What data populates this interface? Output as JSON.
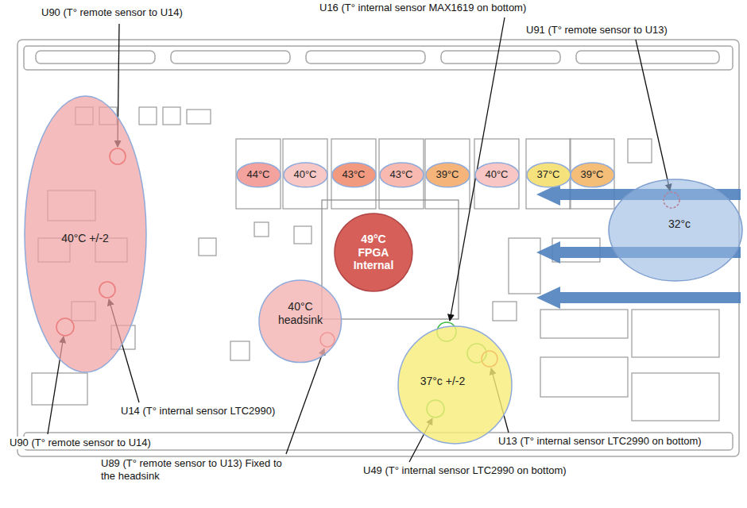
{
  "diagram": {
    "nodes": [
      {
        "text": [
          "44°C"
        ]
      },
      {
        "text": [
          "40°C"
        ]
      },
      {
        "text": [
          "43°C"
        ]
      },
      {
        "text": [
          "43°C"
        ]
      },
      {
        "text": [
          "39°C"
        ]
      },
      {
        "text": [
          "40°C"
        ]
      },
      {
        "text": [
          "37°C"
        ]
      },
      {
        "text": [
          "39°C"
        ]
      },
      {
        "text": [
          "40°C +/-2"
        ]
      },
      {
        "text": [
          "49°C FPGA Internal"
        ]
      },
      {
        "text": [
          "40°C headsink"
        ]
      },
      {
        "text": [
          "37°c +/-2"
        ]
      },
      {
        "text": [
          "32°c"
        ]
      }
    ],
    "labels": [
      "U90 (T° remote sensor to U14)",
      "U16 (T° internal sensor MAX1619 on bottom)",
      "U91 (T° remote sensor to U13)",
      "U14 (T° internal sensor LTC2990)",
      "U90 (T° remote sensor to U14)",
      "U89 (T° remote sensor to U13) Fixed to the headsink",
      "U13 (T° internal sensor LTC2990 on bottom)",
      "U49 (T° internal sensor LTC2990 on bottom)"
    ]
  }
}
